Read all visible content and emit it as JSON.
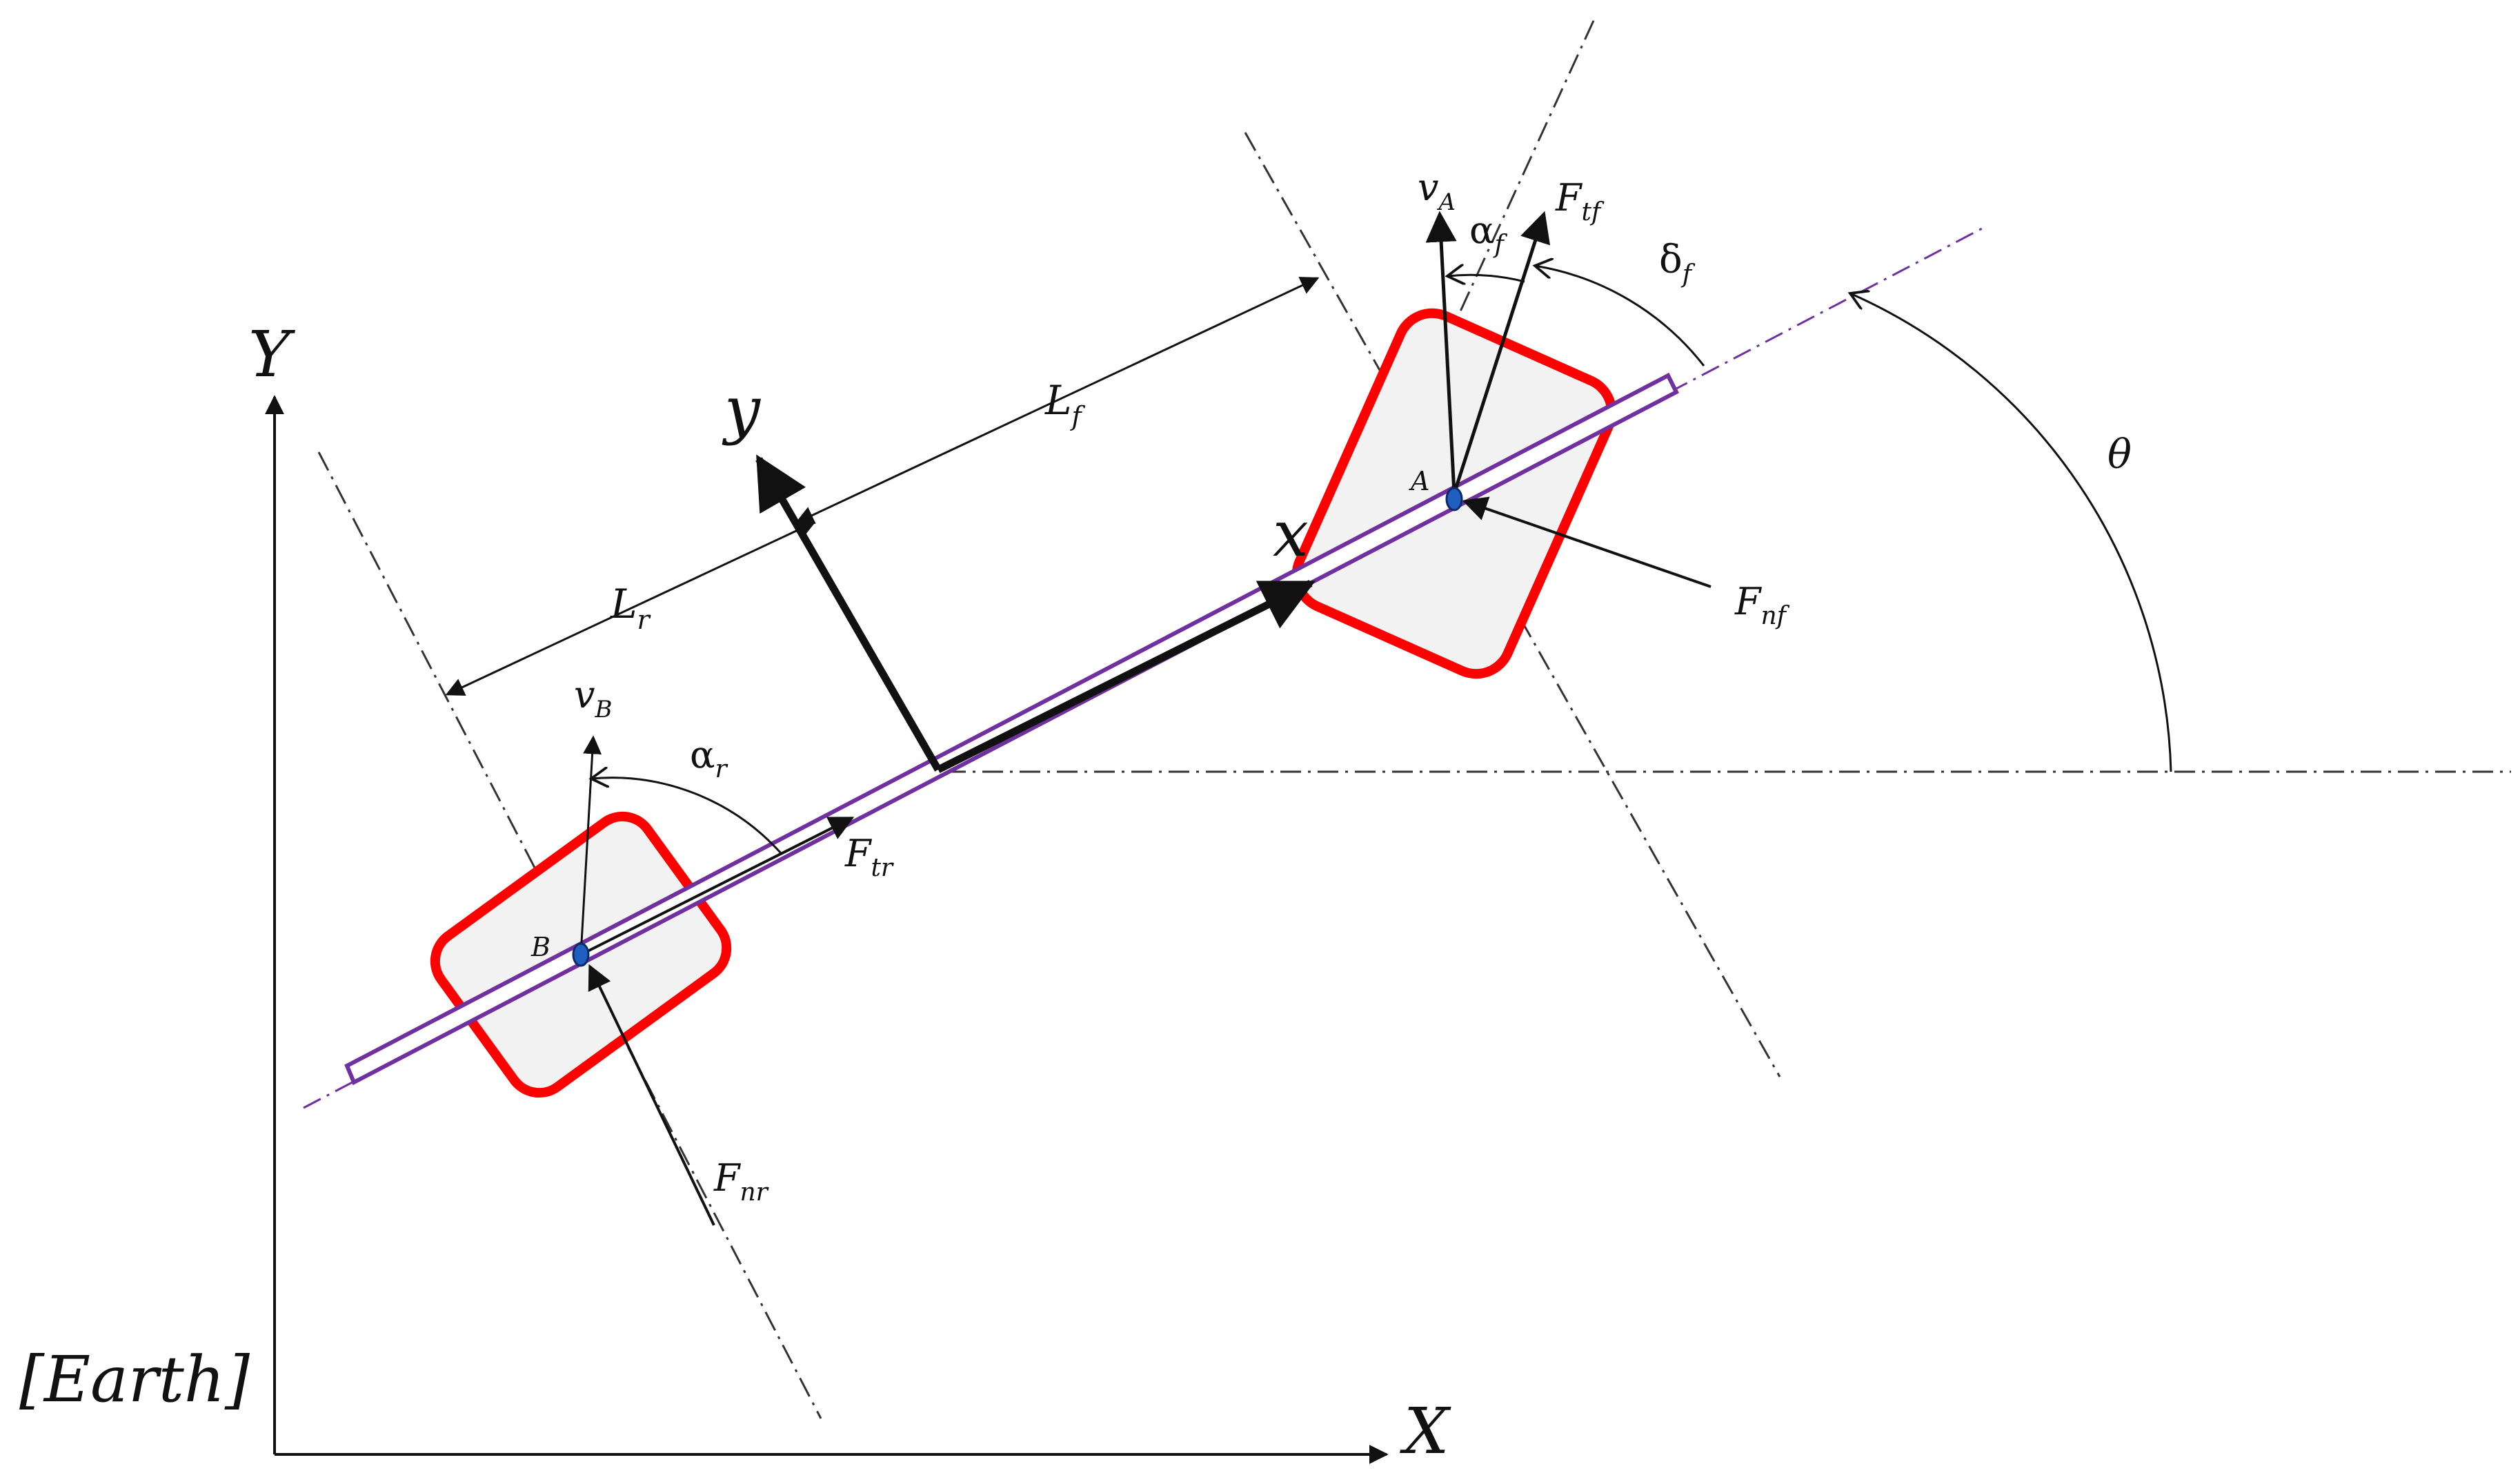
{
  "diagram": {
    "earth_frame_label": "[Earth]",
    "axes": {
      "X": "X",
      "Y": "Y",
      "x": "x",
      "y": "y"
    },
    "points": {
      "front": "A",
      "rear": "B"
    },
    "lengths": {
      "front": {
        "main": "L",
        "sub": "f"
      },
      "rear": {
        "main": "L",
        "sub": "r"
      }
    },
    "angles": {
      "theta": "θ",
      "alpha_front": {
        "main": "α",
        "sub": "f"
      },
      "alpha_rear": {
        "main": "α",
        "sub": "r"
      },
      "delta_front": {
        "main": "δ",
        "sub": "f"
      }
    },
    "velocities": {
      "front": {
        "main": "v",
        "sub": "A"
      },
      "rear": {
        "main": "v",
        "sub": "B"
      }
    },
    "forces": {
      "tangential_front": {
        "main": "F",
        "sub": "tf"
      },
      "normal_front": {
        "main": "F",
        "sub": "nf"
      },
      "tangential_rear": {
        "main": "F",
        "sub": "tr"
      },
      "normal_rear": {
        "main": "F",
        "sub": "nr"
      }
    },
    "colors": {
      "wheel_outline": "#ff0000",
      "wheel_fill": "#f2f2f2",
      "body_axis": "#7030a0",
      "wheel_center": "#1f5fbf",
      "ink": "#111111"
    }
  }
}
